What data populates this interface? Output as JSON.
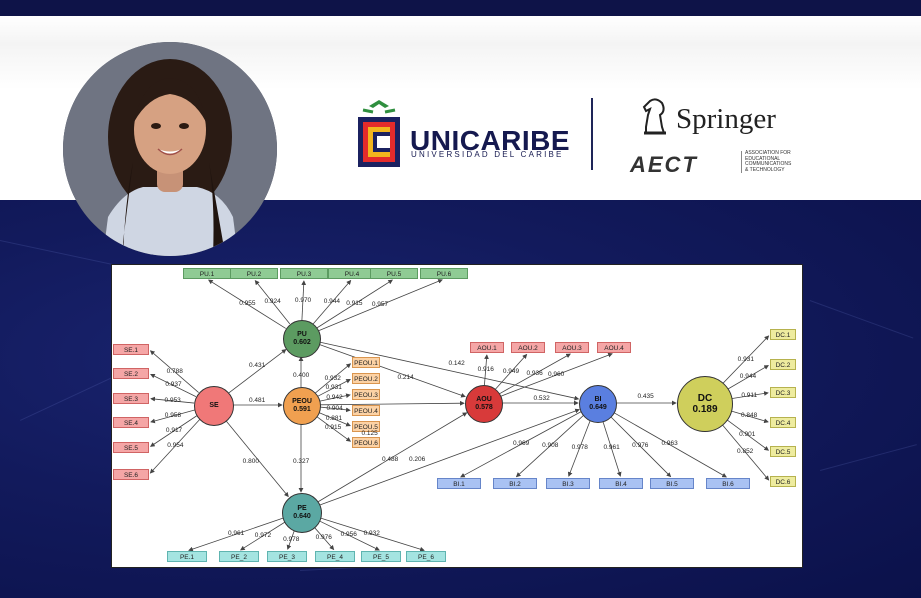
{
  "header": {
    "university_name": "UNICARIBE",
    "university_subtitle": "UNIVERSIDAD DEL CARIBE",
    "publisher": "Springer",
    "association": "AECT",
    "association_full": "ASSOCIATION FOR EDUCATIONAL COMMUNICATIONS & TECHNOLOGY"
  },
  "model": {
    "constructs": [
      {
        "id": "PU",
        "r2": "0.602"
      },
      {
        "id": "SE",
        "r2": ""
      },
      {
        "id": "PEOU",
        "r2": "0.591"
      },
      {
        "id": "PE",
        "r2": "0.640"
      },
      {
        "id": "AOU",
        "r2": "0.578"
      },
      {
        "id": "BI",
        "r2": "0.649"
      },
      {
        "id": "DC",
        "r2": "0.189"
      }
    ],
    "indicators": {
      "PU": [
        "PU.1",
        "PU.2",
        "PU.3",
        "PU.4",
        "PU.5",
        "PU.6"
      ],
      "SE": [
        "SE.1",
        "SE.2",
        "SE.3",
        "SE.4",
        "SE.5",
        "SE.6"
      ],
      "PEOU": [
        "PEOU.1",
        "PEOU.2",
        "PEOU.3",
        "PEOU.4",
        "PEOU.5",
        "PEOU.6"
      ],
      "PE": [
        "PE.1",
        "PE_2",
        "PE_3",
        "PE_4",
        "PE_5",
        "PE_6"
      ],
      "AOU": [
        "AOU.1",
        "AOU.2",
        "AOU.3",
        "AOU.4"
      ],
      "BI": [
        "BI.1",
        "BI.2",
        "BI.3",
        "BI.4",
        "BI.5",
        "BI.6"
      ],
      "DC": [
        "DC.1",
        "DC.2",
        "DC.3",
        "DC.4",
        "DC.5",
        "DC.6"
      ]
    },
    "loadings": {
      "PU": [
        "0.955",
        "0.924",
        "0.970",
        "0.944",
        "0.915",
        "0.957"
      ],
      "SE": [
        "0.788",
        "0.937",
        "0.953",
        "0.958",
        "0.917",
        "0.954"
      ],
      "PEOU": [
        "0.932",
        "0.931",
        "0.942",
        "0.904",
        "0.881",
        "0.915"
      ],
      "PE": [
        "0.961",
        "0.972",
        "0.978",
        "0.976",
        "0.956",
        "0.932"
      ],
      "AOU": [
        "0.916",
        "0.949",
        "0.936",
        "0.960"
      ],
      "BI": [
        "0.969",
        "0.908",
        "0.978",
        "0.961",
        "0.976",
        "0.963"
      ],
      "DC": [
        "0.931",
        "0.944",
        "0.911",
        "0.848",
        "0.901",
        "0.852"
      ]
    },
    "paths": [
      {
        "from": "SE",
        "to": "PU",
        "value": "0.431"
      },
      {
        "from": "SE",
        "to": "PEOU",
        "value": "0.481"
      },
      {
        "from": "SE",
        "to": "PE",
        "value": "0.800"
      },
      {
        "from": "PEOU",
        "to": "PU",
        "value": "0.400"
      },
      {
        "from": "PEOU",
        "to": "PE",
        "value": "0.327"
      },
      {
        "from": "PU",
        "to": "AOU",
        "value": "0.214"
      },
      {
        "from": "PU",
        "to": "BI",
        "value": "0.142"
      },
      {
        "from": "PEOU",
        "to": "AOU",
        "value": "0.125"
      },
      {
        "from": "PE",
        "to": "AOU",
        "value": "0.488"
      },
      {
        "from": "PE",
        "to": "BI",
        "value": "0.206"
      },
      {
        "from": "AOU",
        "to": "BI",
        "value": "0.532"
      },
      {
        "from": "BI",
        "to": "DC",
        "value": "0.435"
      }
    ]
  },
  "colors": {
    "PU": "#5c9b61",
    "SE": "#f07878",
    "PEOU": "#f0a050",
    "PE": "#5ba8a3",
    "AOU": "#d83a3a",
    "BI": "#5a7fe0",
    "DC": "#cfcf5c"
  }
}
